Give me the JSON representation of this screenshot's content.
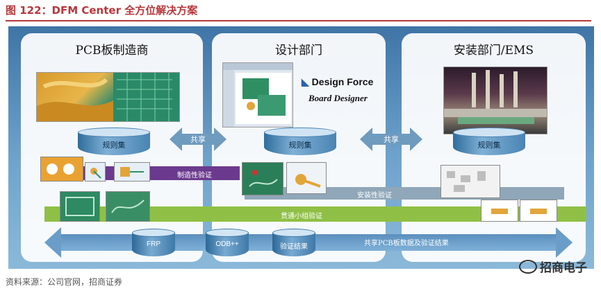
{
  "figure": {
    "title": "图 122：DFM Center 全方位解决方案",
    "source": "资料来源：公司官网，招商证券",
    "watermark": "招商电子"
  },
  "panels": [
    {
      "title": "PCB板制造商"
    },
    {
      "title": "设计部门"
    },
    {
      "title": "安装部门/EMS"
    }
  ],
  "brands": {
    "design_force": "Design Force",
    "board_designer": "Board Designer"
  },
  "rule_sets": [
    "规则集",
    "规则集",
    "规则集"
  ],
  "share_arrows": [
    "共享",
    "共享"
  ],
  "bands": {
    "manufacturability": "制造性验证",
    "assembly": "安装性验证",
    "trace": "贯通小组验证"
  },
  "bottom_arrow": {
    "label": "共享PCB板数据及验证结果",
    "stores": [
      "FRP",
      "ODB++",
      "验证结果"
    ]
  }
}
